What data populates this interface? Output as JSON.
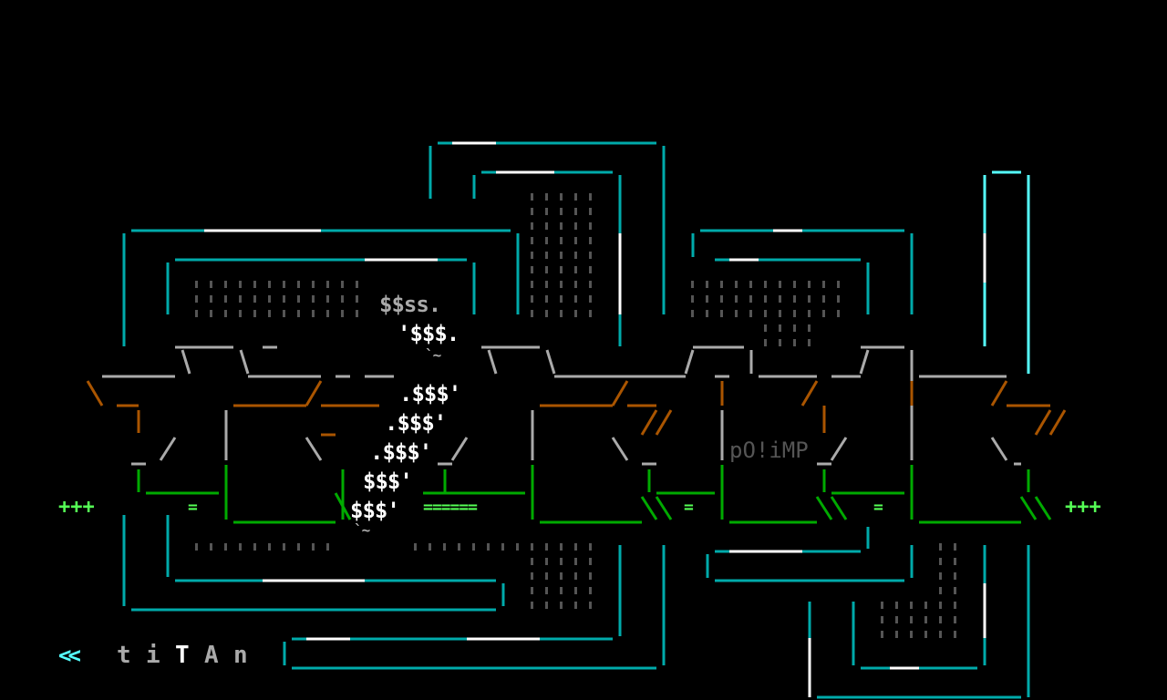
{
  "colors": {
    "cyan": "#55ffff",
    "dark_cyan": "#00aaaa",
    "white": "#ffffff",
    "gray": "#aaaaaa",
    "dark_gray": "#555555",
    "brown": "#aa5500",
    "green": "#00aa00",
    "light_green": "#55ff55"
  },
  "left_marker": "+++",
  "right_marker": "+++",
  "equals_marks": [
    "=",
    "======",
    "=",
    "="
  ],
  "tag": "pO!iMP",
  "logo_lines": [
    "$$ss.",
    "'$$$.",
    "`~",
    ".$$$'",
    ".$$$'",
    ".$$$'",
    "$$$'",
    "$$$'",
    "`~"
  ],
  "signature": {
    "arrow": "<<",
    "letters": [
      "t",
      "i",
      "T",
      "A",
      "n"
    ]
  }
}
